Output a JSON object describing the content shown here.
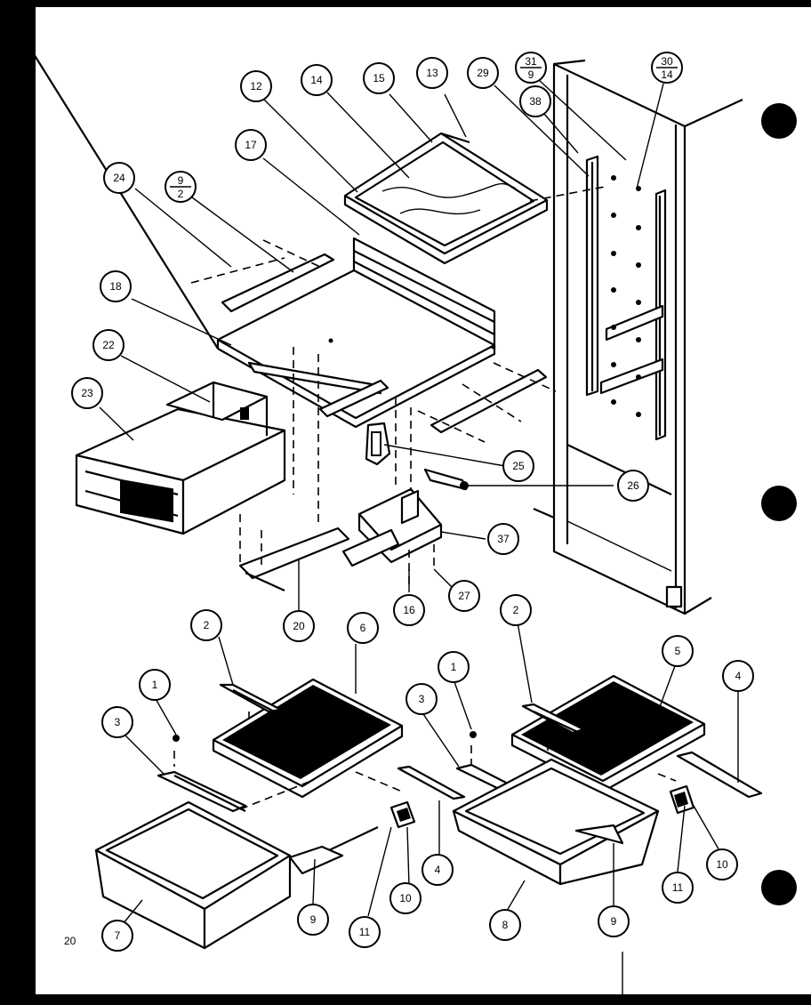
{
  "page_number": "20",
  "callouts": [
    {
      "id": "c12",
      "label": "12"
    },
    {
      "id": "c14",
      "label": "14"
    },
    {
      "id": "c15",
      "label": "15"
    },
    {
      "id": "c13",
      "label": "13"
    },
    {
      "id": "c29",
      "label": "29"
    },
    {
      "id": "c31",
      "label": "31",
      "sub": "9"
    },
    {
      "id": "c38",
      "label": "38"
    },
    {
      "id": "c30",
      "label": "30",
      "sub": "14"
    },
    {
      "id": "c17",
      "label": "17"
    },
    {
      "id": "c24",
      "label": "24"
    },
    {
      "id": "c9a",
      "label": "9",
      "sub": "2"
    },
    {
      "id": "c18",
      "label": "18"
    },
    {
      "id": "c22",
      "label": "22"
    },
    {
      "id": "c23",
      "label": "23"
    },
    {
      "id": "c25",
      "label": "25"
    },
    {
      "id": "c26",
      "label": "26"
    },
    {
      "id": "c37",
      "label": "37"
    },
    {
      "id": "c27",
      "label": "27"
    },
    {
      "id": "c16",
      "label": "16"
    },
    {
      "id": "c20",
      "label": "20"
    },
    {
      "id": "c2L",
      "label": "2"
    },
    {
      "id": "c6",
      "label": "6"
    },
    {
      "id": "c1L",
      "label": "1"
    },
    {
      "id": "c3L",
      "label": "3"
    },
    {
      "id": "c7",
      "label": "7"
    },
    {
      "id": "c9L",
      "label": "9"
    },
    {
      "id": "c11L",
      "label": "11"
    },
    {
      "id": "c10L",
      "label": "10"
    },
    {
      "id": "c4L",
      "label": "4"
    },
    {
      "id": "c1R",
      "label": "1"
    },
    {
      "id": "c3R",
      "label": "3"
    },
    {
      "id": "c2R",
      "label": "2"
    },
    {
      "id": "c5",
      "label": "5"
    },
    {
      "id": "c4R",
      "label": "4"
    },
    {
      "id": "c8",
      "label": "8"
    },
    {
      "id": "c9R",
      "label": "9"
    },
    {
      "id": "c11R",
      "label": "11"
    },
    {
      "id": "c10R",
      "label": "10"
    }
  ]
}
